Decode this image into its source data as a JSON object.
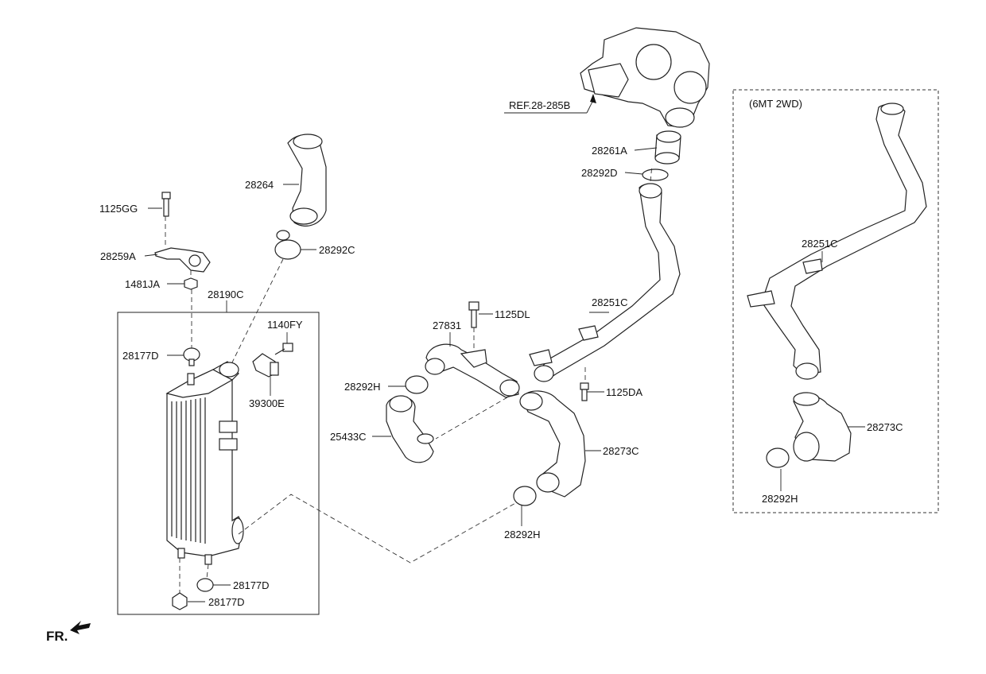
{
  "labels": {
    "p1125GG": "1125GG",
    "p28259A": "28259A",
    "p1481JA": "1481JA",
    "p28190C": "28190C",
    "p28177D_top": "28177D",
    "p1140FY": "1140FY",
    "p39300E": "39300E",
    "p28264": "28264",
    "p28292C": "28292C",
    "p28177D_mid": "28177D",
    "p28177D_bot": "28177D",
    "p27831": "27831",
    "p1125DL": "1125DL",
    "p28292H_left": "28292H",
    "p25433C": "25433C",
    "p28251C": "28251C",
    "p1125DA": "1125DA",
    "p28273C": "28273C",
    "p28292H_bottom": "28292H",
    "pREF": "REF.28-285B",
    "p28261A": "28261A",
    "p28292D": "28292D",
    "variant_title": "(6MT 2WD)",
    "p28251C_alt": "28251C",
    "p28273C_alt": "28273C",
    "p28292H_alt": "28292H",
    "fr": "FR."
  },
  "icons": [
    "fr-arrow-icon",
    "ref-arrow-icon"
  ]
}
